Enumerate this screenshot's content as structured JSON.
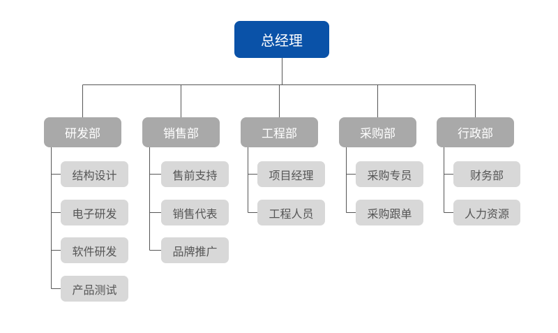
{
  "root": {
    "label": "总经理"
  },
  "departments": [
    {
      "label": "研发部",
      "children": [
        "结构设计",
        "电子研发",
        "软件研发",
        "产品测试"
      ]
    },
    {
      "label": "销售部",
      "children": [
        "售前支持",
        "销售代表",
        "品牌推广"
      ]
    },
    {
      "label": "工程部",
      "children": [
        "项目经理",
        "工程人员"
      ]
    },
    {
      "label": "采购部",
      "children": [
        "采购专员",
        "采购跟单"
      ]
    },
    {
      "label": "行政部",
      "children": [
        "财务部",
        "人力资源"
      ]
    }
  ],
  "colors": {
    "root_fill": "#0a52a8",
    "department_fill": "#a9a9a9",
    "child_fill": "#d8d8d8",
    "connector": "#555555"
  }
}
